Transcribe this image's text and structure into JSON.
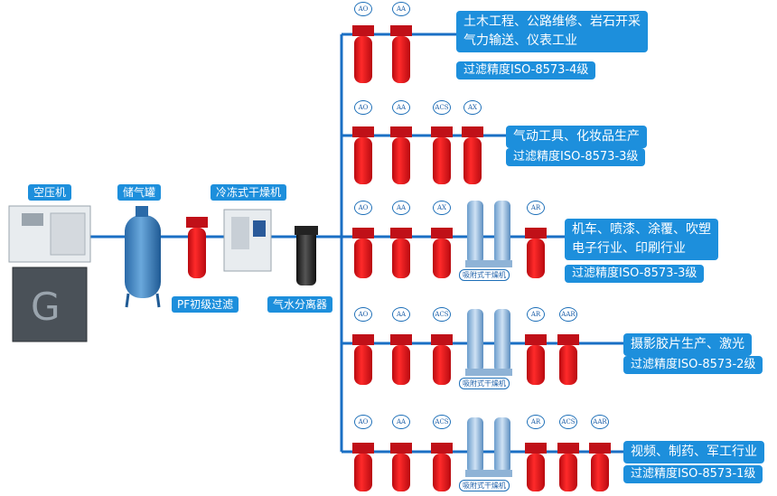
{
  "labels": {
    "compressor": "空压机",
    "tank": "储气罐",
    "dryer": "冷冻式干燥机",
    "pf": "PF初级过滤",
    "separator": "气水分离器"
  },
  "rows": [
    {
      "filters": [
        "AO",
        "AA"
      ],
      "desc": [
        "土木工程、公路维修、岩石开采",
        "气力输送、仪表工业"
      ],
      "precision": "过滤精度ISO-8573-4级"
    },
    {
      "filters": [
        "AO",
        "AA",
        "ACS",
        "AX"
      ],
      "desc": [
        "气动工具、化妆品生产"
      ],
      "precision": "过滤精度ISO-8573-3级"
    },
    {
      "filters": [
        "AO",
        "AA",
        "AX",
        "AR"
      ],
      "desc": [
        "机车、喷漆、涂覆、吹塑",
        "电子行业、印刷行业"
      ],
      "precision": "过滤精度ISO-8573-3级",
      "adsorption": "吸附式干燥机"
    },
    {
      "filters": [
        "AO",
        "AA",
        "ACS",
        "AR",
        "AAR"
      ],
      "desc": [
        "摄影胶片生产、激光"
      ],
      "precision": "过滤精度ISO-8573-2级",
      "adsorption": "吸附式干燥机"
    },
    {
      "filters": [
        "AO",
        "AA",
        "ACS",
        "AR",
        "ACS",
        "AAR"
      ],
      "desc": [
        "视频、制药、军工行业"
      ],
      "precision": "过滤精度ISO-8573-1级",
      "adsorption": "吸附式干燥机"
    }
  ],
  "colors": {
    "pipe": "#1a6fc4",
    "label_bg": "#1d8fdc",
    "filter": "#e8141c"
  }
}
